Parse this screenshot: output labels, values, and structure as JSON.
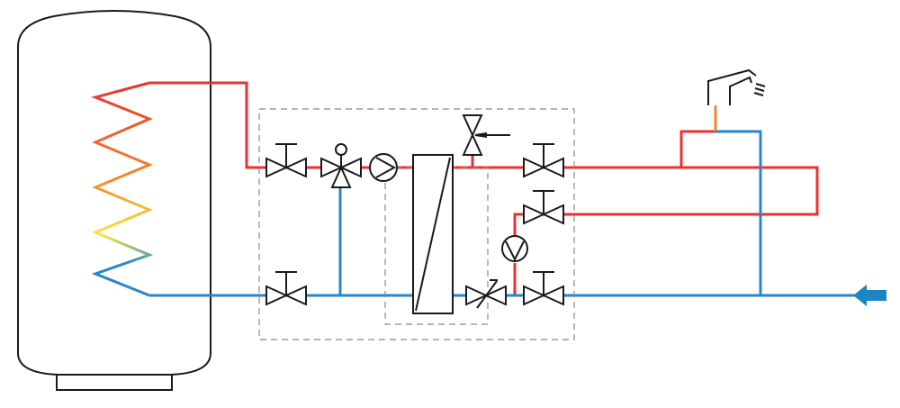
{
  "colors": {
    "hot": "#e83232",
    "cold": "#2a86c8",
    "warm_orange": "#f08a30",
    "warm_yellow": "#f5e640",
    "outline": "#1a1a1a",
    "frame_dash": "#888888",
    "inlet_arrow": "#1f84c4"
  },
  "components": {
    "tank": "storage-tank",
    "coil": "heating-coil",
    "station_frame": "fresh-water-station-housing",
    "heat_exchanger": "plate-heat-exchanger",
    "mixing_valve": "three-way-mixing-valve",
    "primary_pump": "primary-circulation-pump",
    "circulation_pump": "hot-water-circulation-pump",
    "safety_valve": "safety-valve",
    "flow_sensor": "flow-sensor-valve",
    "tap": "shower-tap-icon",
    "inlet": "cold-water-inlet-arrow"
  }
}
